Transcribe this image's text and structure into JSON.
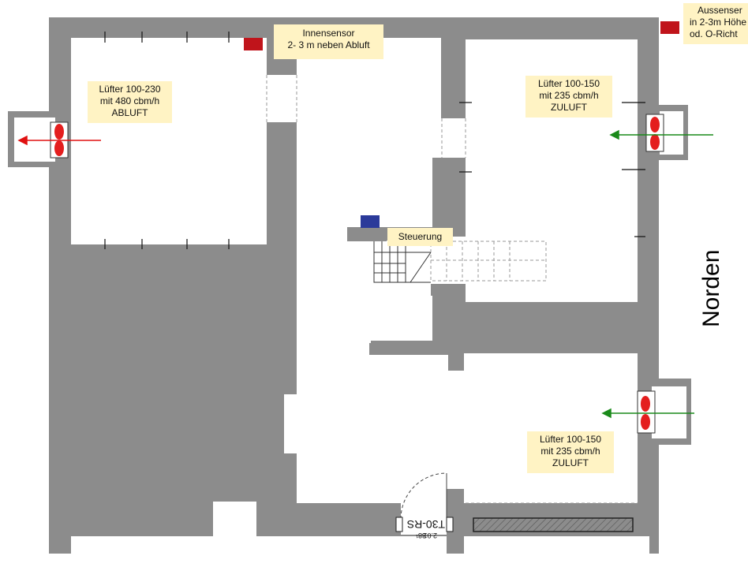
{
  "labels": {
    "fan_abluft": [
      "Lüfter 100-230",
      "mit 480 cbm/h",
      "ABLUFT"
    ],
    "indoor_sensor": [
      "Innensensor",
      "2- 3 m neben Abluft"
    ],
    "fan_zuluft_top": [
      "Lüfter 100-150",
      "mit 235 cbm/h",
      "ZULUFT"
    ],
    "outdoor_sensor": [
      "Aussenser",
      "in 2-3m Höhe",
      "od. O-Richt"
    ],
    "control": "Steuerung",
    "fan_zuluft_bottom": [
      "Lüfter 100-150",
      "mit 235 cbm/h",
      "ZULUFT"
    ],
    "north": "Norden",
    "door_code": "T30-RS",
    "door_dims": [
      "88¹",
      "2.01"
    ]
  },
  "colors": {
    "wall": "#8c8c8c",
    "sensor": "#c0141b",
    "control_box": "#2b3a9a",
    "arrow_exhaust": "#e01010",
    "arrow_supply": "#1a8a1a",
    "fan_red": "#e41e1e",
    "note_bg": "#fff3c4"
  }
}
